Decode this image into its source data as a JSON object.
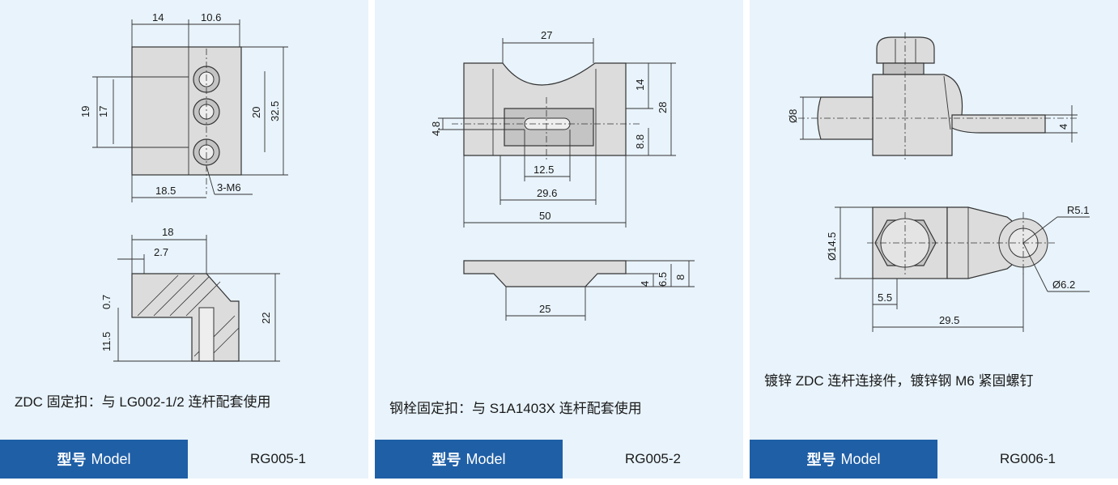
{
  "panels": [
    {
      "caption": "ZDC 固定扣：与 LG002-1/2 连杆配套使用",
      "model_label": "型号",
      "model_label_en": "Model",
      "model_value": "RG005-1",
      "dims": {
        "a": "14",
        "b": "10.6",
        "c": "19",
        "d": "17",
        "e": "20",
        "f": "32.5",
        "g": "18.5",
        "h": "3-M6",
        "i": "18",
        "j": "2.7",
        "k": "0.7",
        "l": "11.5",
        "m": "22"
      }
    },
    {
      "caption": "钢栓固定扣：与 S1A1403X 连杆配套使用",
      "model_label": "型号",
      "model_label_en": "Model",
      "model_value": "RG005-2",
      "dims": {
        "a": "27",
        "b": "14",
        "c": "28",
        "d": "4.8",
        "e": "8.8",
        "f": "12.5",
        "g": "29.6",
        "h": "50",
        "i": "4",
        "j": "6.5",
        "k": "8",
        "l": "25"
      }
    },
    {
      "caption": "镀锌 ZDC 连杆连接件，镀锌钢 M6 紧固螺钉",
      "model_label": "型号",
      "model_label_en": "Model",
      "model_value": "RG006-1",
      "dims": {
        "a": "Ø8",
        "b": "4",
        "c": "R5.1",
        "d": "Ø14.5",
        "e": "Ø6.2",
        "f": "5.5",
        "g": "29.5"
      }
    }
  ],
  "colors": {
    "card_bg": "#e8f3fb",
    "model_bar": "#1f5fa6",
    "part_fill": "#dcdcdc"
  }
}
